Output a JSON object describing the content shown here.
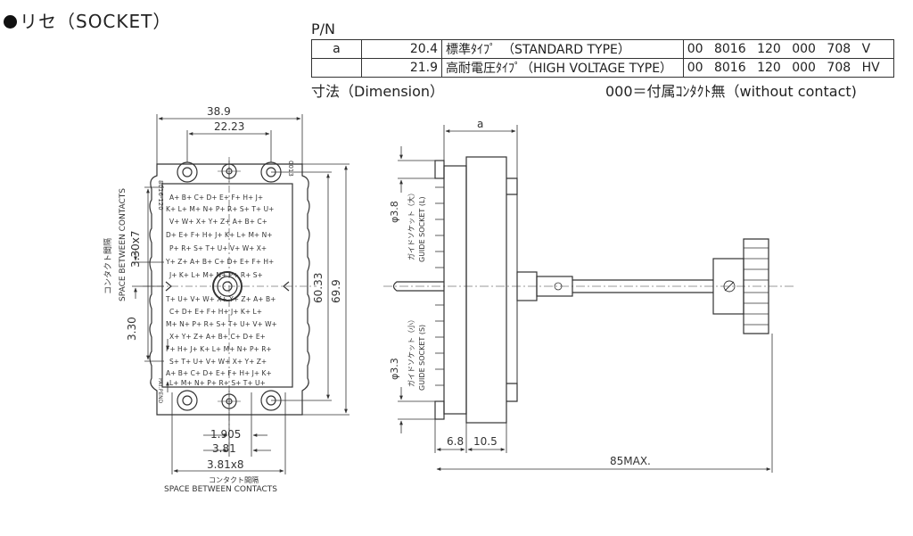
{
  "header": {
    "title": "リセ（SOCKET）",
    "pn_label": "P/N",
    "dimension_label": "寸法（Dimension）",
    "contact_note": "000＝付属ｺﾝﾀｸﾄ無（without contact)"
  },
  "pn_table": {
    "variable": "a",
    "rows": [
      {
        "a": "20.4",
        "type": "標準ﾀｲﾌﾟ　（STANDARD TYPE）",
        "code": "00 8016 120 000 708 V"
      },
      {
        "a": "21.9",
        "type": "高耐電圧ﾀｲﾌﾟ（HIGH VOLTAGE TYPE）",
        "code": "00 8016 120 000 708 HV"
      }
    ]
  },
  "front_view": {
    "dim_width": "38.9",
    "dim_hole_pitch": "22.23",
    "dim_height_inner": "60.33",
    "dim_height": "69.9",
    "dim_pitch_v": "3.30x7",
    "dim_pitch_v_single": "3.30",
    "label_pitch_v_jp": "コンタクト間隔",
    "label_pitch_v_en": "SPACE BETWEEN CONTACTS",
    "dim_1905": "1.905",
    "dim_381": "3.81",
    "dim_381x8": "3.81x8",
    "label_pitch_h_jp": "コンタクト間隔",
    "label_pitch_h_en": "SPACE BETWEEN CONTACTS",
    "mark_part": "8016-120",
    "mark_code": "0013",
    "mark_patent": "PAT.PEND",
    "rows": [
      "A+ B+ C+ D+ E+ F+ H+ J+",
      "K+ L+ M+ N+ P+ R+ S+ T+ U+",
      "V+ W+ X+ Y+ Z+ A+ B+ C+",
      "D+ E+ F+ H+ J+ K+ L+ M+ N+",
      "P+ R+ S+ T+ U+ V+ W+ X+",
      "Y+ Z+ A+ B+ C+ D+ E+ F+ H+",
      "J+ K+ L+ M+ N+ P+ R+ S+",
      "T+ U+ V+ W+ X+ Y+ Z+ A+ B+",
      "C+ D+ E+ F+ H+ J+ K+ L+",
      "M+ N+ P+ R+ S+ T+ U+ V+ W+",
      "X+ Y+ Z+ A+ B+ C+ D+ E+",
      "F+ H+ J+ K+ L+ M+ N+ P+ R+",
      "S+ T+ U+ V+ W+ X+ Y+ Z+",
      "A+ B+ C+ D+ E+ F+ H+ J+ K+",
      "L+ M+ N+ P+ R+ S+ T+ U+"
    ]
  },
  "side_view": {
    "dim_a": "a",
    "dim_guide_l": "φ3.8",
    "label_guide_l_jp": "ガイドソケット（大）",
    "label_guide_l_en": "GUIDE SOCKET (L)",
    "dim_guide_s": "φ3.3",
    "label_guide_s_jp": "ガイドソケット（小）",
    "label_guide_s_en": "GUIDE SOCKET (S)",
    "dim_68": "6.8",
    "dim_105": "10.5",
    "dim_85": "85MAX."
  }
}
